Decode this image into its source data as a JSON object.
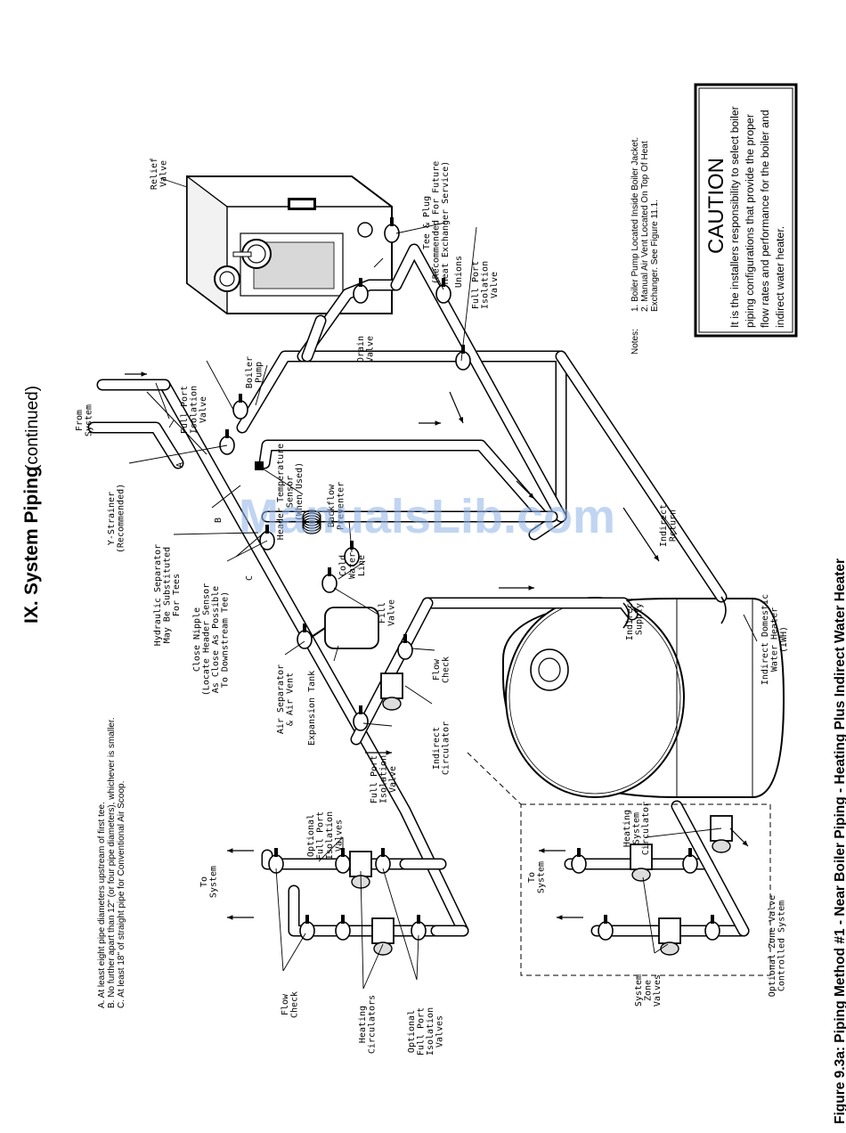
{
  "header": {
    "section_number": "IX.",
    "section_title": "System Piping",
    "section_suffix": "(continued)"
  },
  "figure": {
    "caption": "Figure 9.3a:  Piping Method #1 - Near Boiler Piping - Heating Plus Indirect Water Heater"
  },
  "caution": {
    "title": "CAUTION",
    "lines": [
      "It is the installers responsibility to select boiler",
      "piping configurations that provide the proper",
      "flow rates and performance for the boiler and",
      "indirect water heater."
    ]
  },
  "footnotes": [
    "A. At least eight pipe diameters upstream of first tee.",
    "B. No further apart than 12\" (or four pipe diameters), whichever is smaller.",
    "C. At least 18\" of straight pipe for Conventional Air Scoop."
  ],
  "notes": {
    "title": "Notes:",
    "lines": [
      "1. Boiler Pump Located Inside Boiler Jacket.",
      "2. Manual Air Vent Located On Top Of Heat",
      "   Exchanger. See Figure 11.1."
    ]
  },
  "labels": {
    "relief_valve": [
      "Relief",
      "Valve"
    ],
    "tee_plug": [
      "Tee & Plug",
      "(Recommended For Future",
      "Heat Exchanger Service)"
    ],
    "unions": [
      "Unions"
    ],
    "full_port_iso_right": [
      "Full Port",
      "Isolation",
      "Valve"
    ],
    "drain_valve": [
      "Drain",
      "Valve"
    ],
    "boiler_pump": [
      "Boiler",
      "Pump"
    ],
    "full_port_iso_top": [
      "Full Port",
      "Isolation",
      "Valve"
    ],
    "from_system": [
      "From",
      "System"
    ],
    "header_temp_sensor": [
      "Header Temperature",
      "Sensor",
      "(When Used)"
    ],
    "backflow_preventer": [
      "Backflow",
      "Preventer"
    ],
    "y_strainer": [
      "Y-Strainer",
      "(Recommended)"
    ],
    "hydraulic_separator": [
      "Hydraulic Separator",
      "May Be Substituted",
      "For Tees"
    ],
    "cold_water_line": [
      "Cold",
      "Water",
      "Line"
    ],
    "fill_valve": [
      "Fill",
      "Valve"
    ],
    "close_nipple": [
      "Close Nipple",
      "(Locate Header Sensor",
      "As Close As Possible",
      "To Downstream Tee)"
    ],
    "air_separator": [
      "Air Separator",
      "& Air Vent"
    ],
    "expansion_tank": [
      "Expansion Tank"
    ],
    "full_port_iso_mid": [
      "Full Port",
      "Isolation",
      "Valve"
    ],
    "indirect_circulator": [
      "Indirect",
      "Circulator"
    ],
    "flow_check_mid": [
      "Flow",
      "Check"
    ],
    "indirect_supply": [
      "Indirect",
      "Supply"
    ],
    "indirect_return": [
      "Indirect",
      "Return"
    ],
    "indirect_heater": [
      "Indirect Domestic",
      "Water Heater",
      "(IWH)"
    ],
    "opt_full_port_top": [
      "Optional",
      "Full Port",
      "Isolation",
      "Valves"
    ],
    "to_system_left": [
      "To",
      "System"
    ],
    "flow_check_left": [
      "Flow",
      "Check"
    ],
    "heating_circulators": [
      "Heating",
      "Circulators"
    ],
    "opt_full_port_bottom": [
      "Optional",
      "Full Port",
      "Isolation",
      "Valves"
    ],
    "heating_system_circ": [
      "Heating",
      "System",
      "Circulator"
    ],
    "to_system_right": [
      "To",
      "System"
    ],
    "system_zone_valves": [
      "System",
      "Zone",
      "Valves"
    ],
    "opt_zone_valve": [
      "Optional Zone Valve",
      "Controlled System"
    ],
    "dim_a": "A",
    "dim_b": "B",
    "dim_c": "C"
  },
  "watermark": "ManualsLib.com"
}
